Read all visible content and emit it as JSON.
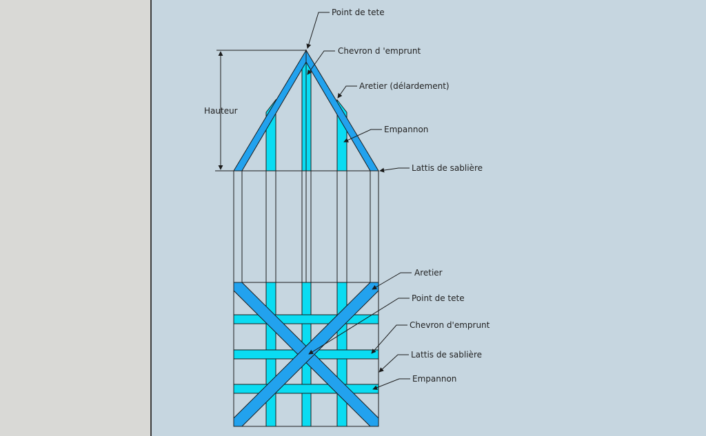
{
  "colors": {
    "background": "#c6d6e0",
    "rafter": "#22a2ee",
    "member": "#0adcf2",
    "line": "#1a1a1a"
  },
  "labels": {
    "elevation": {
      "point_de_tete": "Point de tete",
      "chevron_emprunt": "Chevron d 'emprunt",
      "aretier_delardement": "Aretier (délardement)",
      "empannon": "Empannon",
      "lattis_sabliere": "Lattis de sablière",
      "hauteur": "Hauteur"
    },
    "plan": {
      "aretier": "Aretier",
      "point_de_tete": "Point de tete",
      "chevron_emprunt": "Chevron d'emprunt",
      "lattis_sabliere": "Lattis de sablière",
      "empannon": "Empannon"
    }
  }
}
